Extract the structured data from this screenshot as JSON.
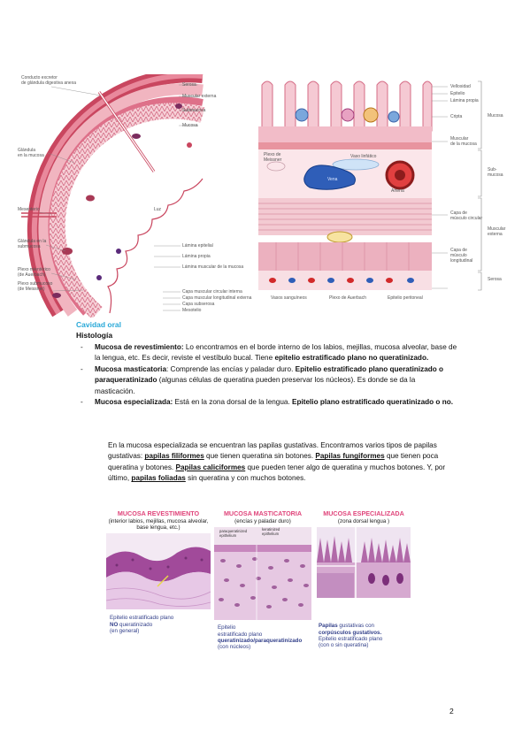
{
  "fig_left": {
    "labels": {
      "duct": "Conducto excretor\nde glándula digestiva anexa",
      "gland_mucosa": "Glándula\nen la mucosa",
      "mesentery": "Mesenterio",
      "gland_submucosa": "Glándula en la\nsubmucosa",
      "myenteric": "Plexo mientérico\n(de Auerbach)",
      "submucous": "Plexo submucoso\n(de Meissner)",
      "serosa": "Serosa",
      "muscular_ext": "Muscular externa",
      "submucosa": "Submucosa",
      "mucosa": "Mucosa",
      "lumen": "Luz",
      "epit": "Lámina epitelial",
      "propria": "Lámina propia",
      "musc_muc": "Lámina muscular de la mucosa",
      "circ": "Capa muscular circular interna",
      "long": "Capa muscular longitudinal externa",
      "subserosa": "Capa subserosa",
      "meso": "Mesotelio"
    }
  },
  "fig_right": {
    "labels": {
      "villus": "Vellosidad",
      "epithelium": "Epitelio",
      "propria": "Lámina propia",
      "crypt": "Cripta",
      "musc_mucosa": "Muscular\nde la mucosa",
      "meissner": "Plexo de\nMeissner",
      "lymph": "Vaso linfático",
      "vein": "Vena",
      "artery": "Arteria",
      "circ_layer": "Capa de\nmúsculo circular",
      "long_layer": "Capa de\nmúsculo\nlongitudinal",
      "peritoneal": "Epitelio peritoneal",
      "blood": "Vasos sanguíneos",
      "auerbach": "Plexo de Auerbach"
    },
    "brackets": {
      "mucosa": "Mucosa",
      "submucosa": "Sub-\nmucosa",
      "muscular": "Muscular\nexterna",
      "serosa": "Serosa"
    }
  },
  "section": {
    "title": "Cavidad oral",
    "subtitle": "Histología"
  },
  "items": [
    {
      "dash": "-",
      "head": "Mucosa de revestimiento:",
      "text": " Lo encontramos en el borde interno de los labios, mejillas, mucosa alveolar, base de la lengua, etc. Es decir, reviste el vestíbulo bucal. Tiene ",
      "bold_tail": "epitelio estratificado plano no queratinizado."
    },
    {
      "dash": "-",
      "head": "Mucosa masticatoria",
      "text": ": Comprende las encías y paladar duro. ",
      "bold_mid": "Epitelio estratificado plano queratinizado o paraqueratinizado",
      "tail": " (algunas células de queratina pueden preservar los núcleos). Es donde se da la masticación."
    },
    {
      "dash": "-",
      "head": "Mucosa especializada:",
      "text": " Está en la zona dorsal de la lengua. ",
      "bold_tail": "Epitelio plano estratificado queratinizado o no."
    }
  ],
  "paragraph": {
    "p1": "En la mucosa especializada se encuentran las papilas gustativas. Encontramos varios tipos de papilas gustativas: ",
    "u1": "papilas filiformes",
    "p2": " que tienen queratina sin botones. ",
    "u2": "Papilas fungiformes",
    "p3": " que tienen poca queratina y botones. ",
    "u3": "Papilas caliciformes",
    "p4": " que pueden tener algo de queratina y muchos botones. Y, por último, ",
    "u4": "papilas foliadas",
    "p5": " sin queratina y con muchos botones."
  },
  "histo": {
    "c1": {
      "title": "MUCOSA REVESTIMIENTO",
      "sub": "(interior labios, mejillas, mucosa alveolar,\nbase lengua, etc.)",
      "cap_a": "Epitelio estratificado plano",
      "cap_b": "NO",
      "cap_c": " queratinizado",
      "cap_d": "(en general)"
    },
    "c2": {
      "title": "MUCOSA MASTICATORIA",
      "sub": "(encías y paladar duro)",
      "tag1": "paraqueratinized\nepithelium",
      "tag2": "keratinized\nepithelium",
      "cap_a": "Epitelio",
      "cap_b": "estratificado plano",
      "cap_c": "queratinizado/paraqueratinizado",
      "cap_d": "(con núcleos)"
    },
    "c3": {
      "title": "MUCOSA ESPECIALIZADA",
      "sub": "(zona dorsal lengua )",
      "cap_a": "Papilas",
      "cap_b": " gustativas con",
      "cap_c": "corpúsculos gustativos.",
      "cap_d": "Epitelio  estratificado plano",
      "cap_e": "(con o sin queratina)"
    }
  },
  "page_number": "2"
}
